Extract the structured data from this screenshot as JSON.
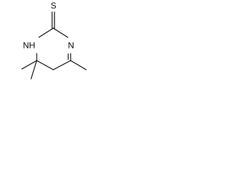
{
  "molecule": {
    "atoms": {
      "sulfur": "S",
      "amine": "NH",
      "imine": "N"
    }
  },
  "colors": {
    "background": "#ffffff",
    "ink": "#000000"
  }
}
